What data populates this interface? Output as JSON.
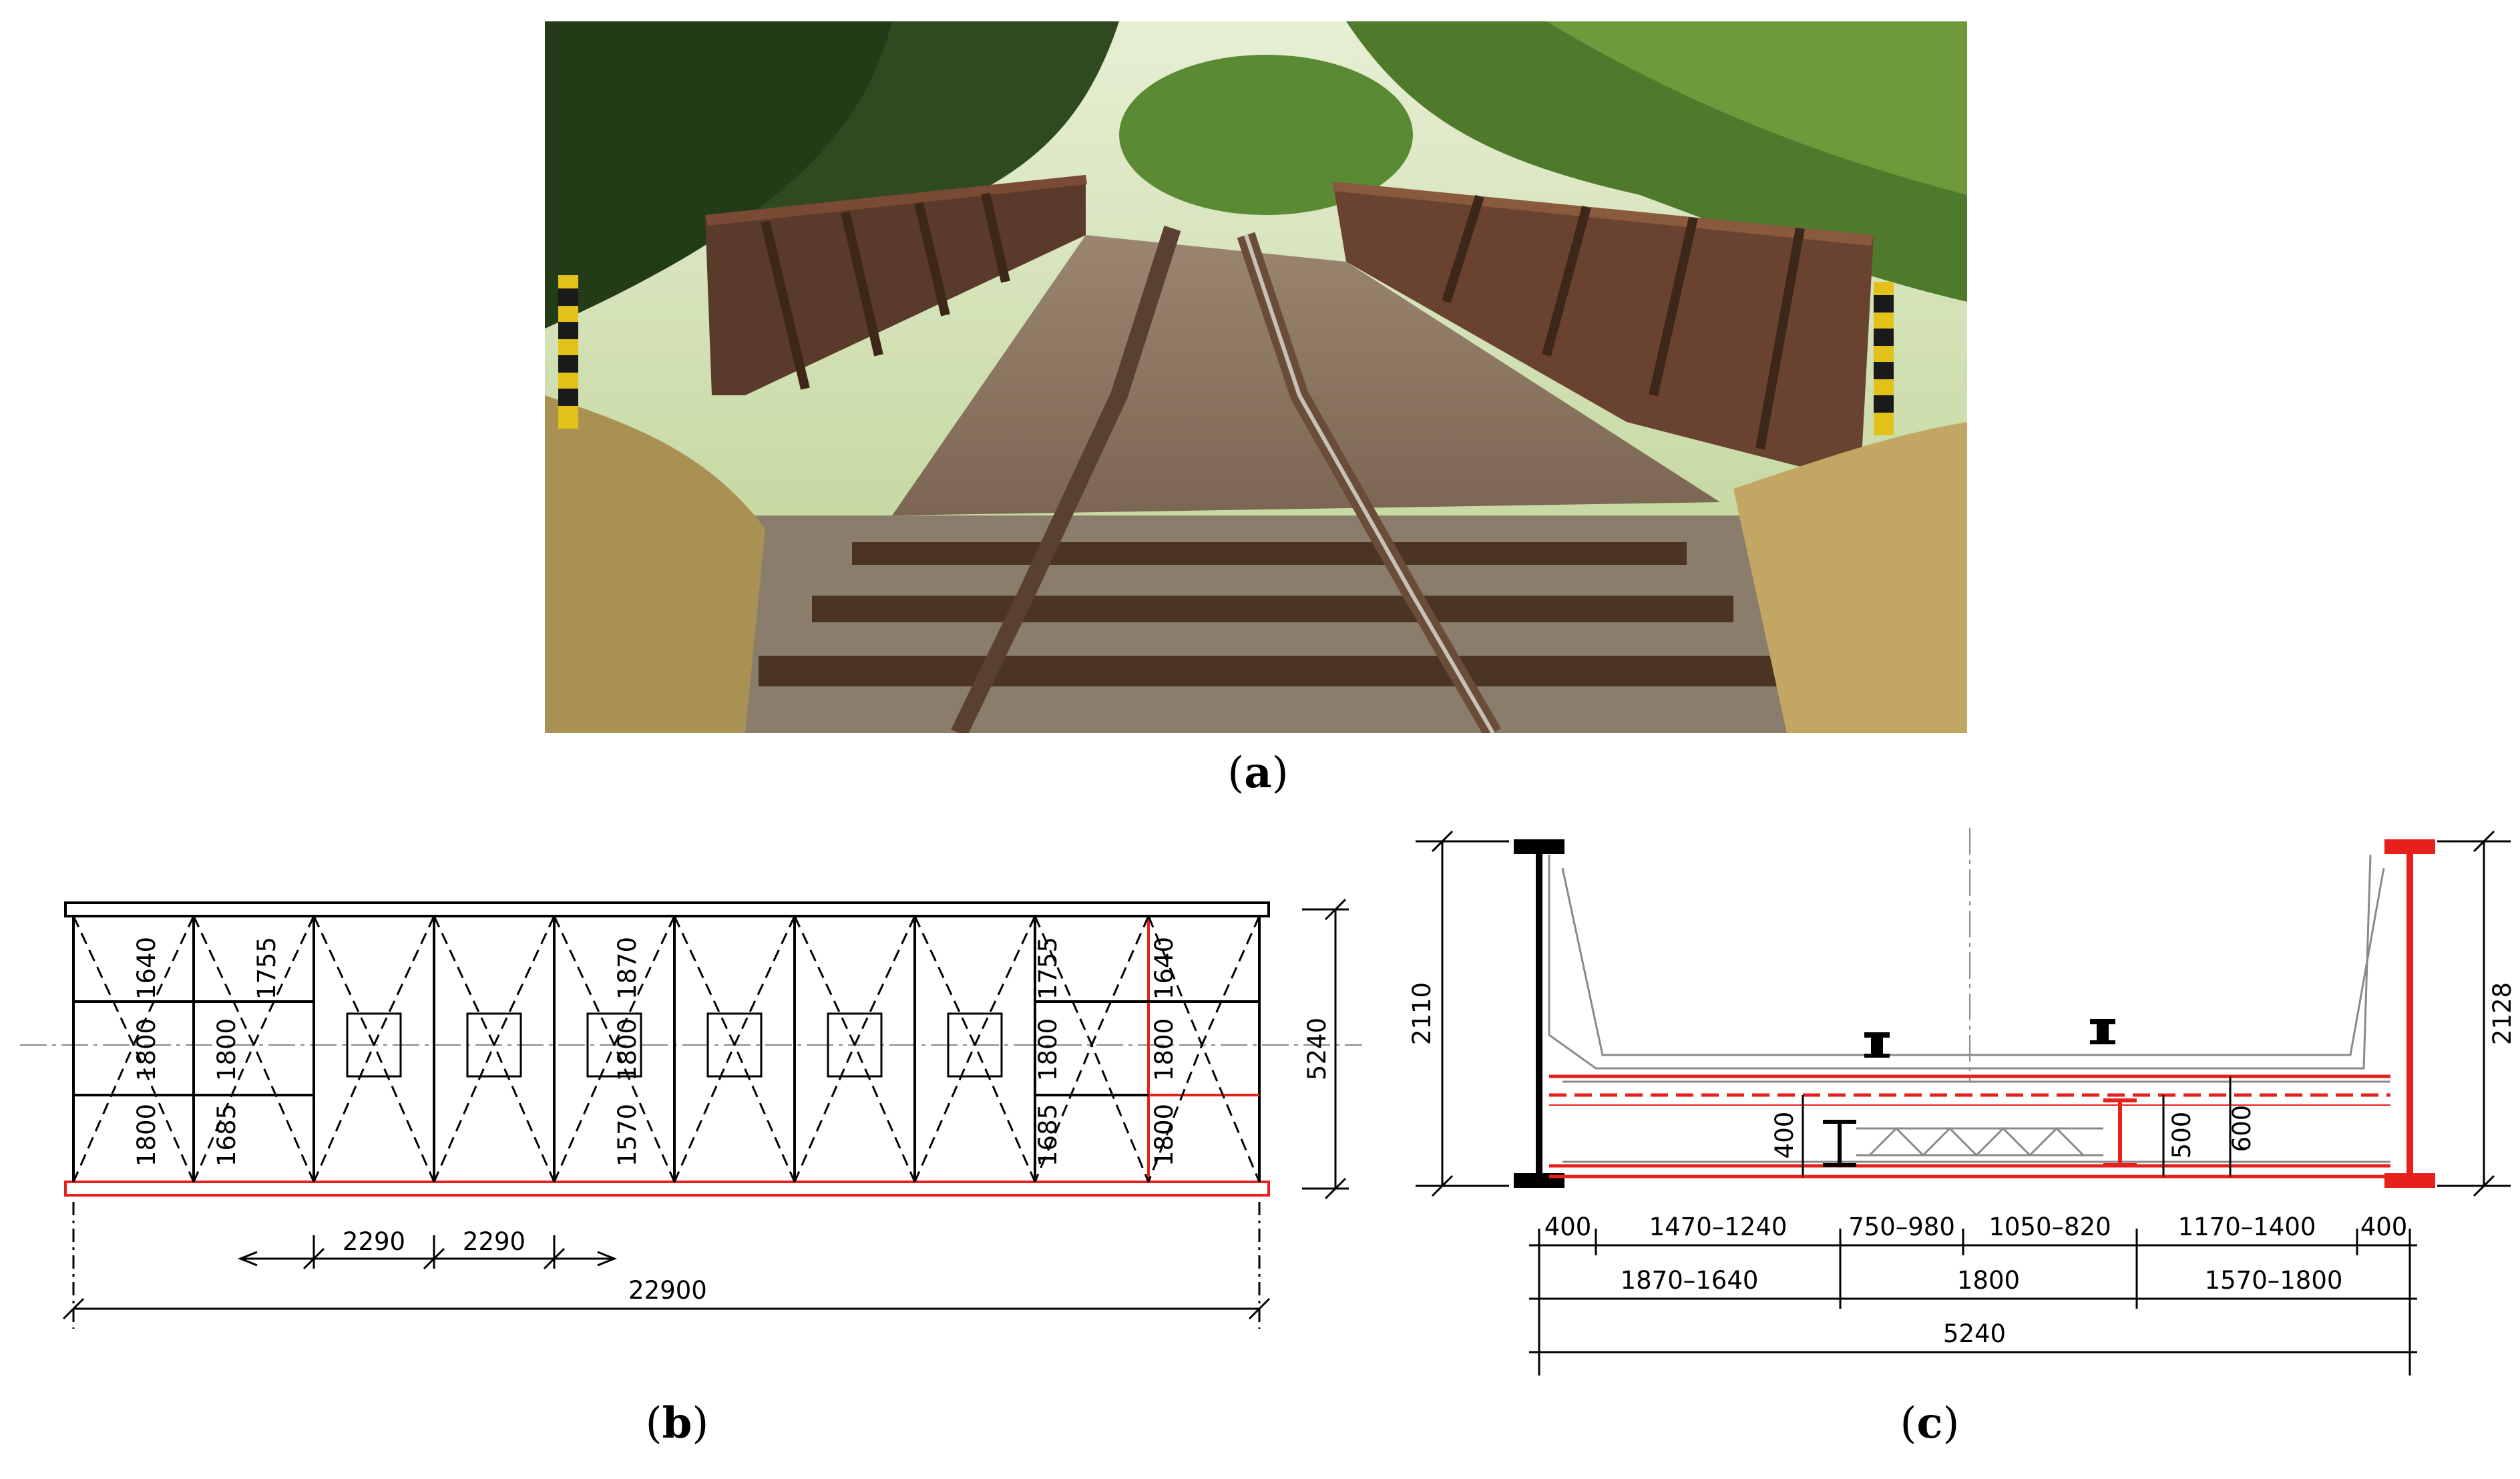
{
  "captions": {
    "a": "a",
    "b": "b",
    "c": "c"
  },
  "plan_view": {
    "field_dims_top": [
      "1640",
      "1755",
      "1870",
      "1755",
      "1640"
    ],
    "field_dims_mid": [
      "1800",
      "1800",
      "1800",
      "1800",
      "1800"
    ],
    "field_dims_bottom": [
      "1800",
      "1685",
      "1570",
      "1685",
      "1800"
    ],
    "spacing_left": "2290",
    "spacing_right": "2290",
    "total_length": "22900",
    "width": "5240"
  },
  "cross_section": {
    "height_left": "2110",
    "height_right": "2128",
    "dim_400": "400",
    "dim_500": "500",
    "dim_600": "600",
    "row1": [
      "400",
      "1470–1240",
      "750–980",
      "1050–820",
      "1170–1400",
      "400"
    ],
    "row2": [
      "1870–1640",
      "1800",
      "1570–1800"
    ],
    "total_width": "5240"
  },
  "colors": {
    "line": "#000000",
    "highlight": "#e8201c",
    "thin": "#8a8a8a"
  }
}
